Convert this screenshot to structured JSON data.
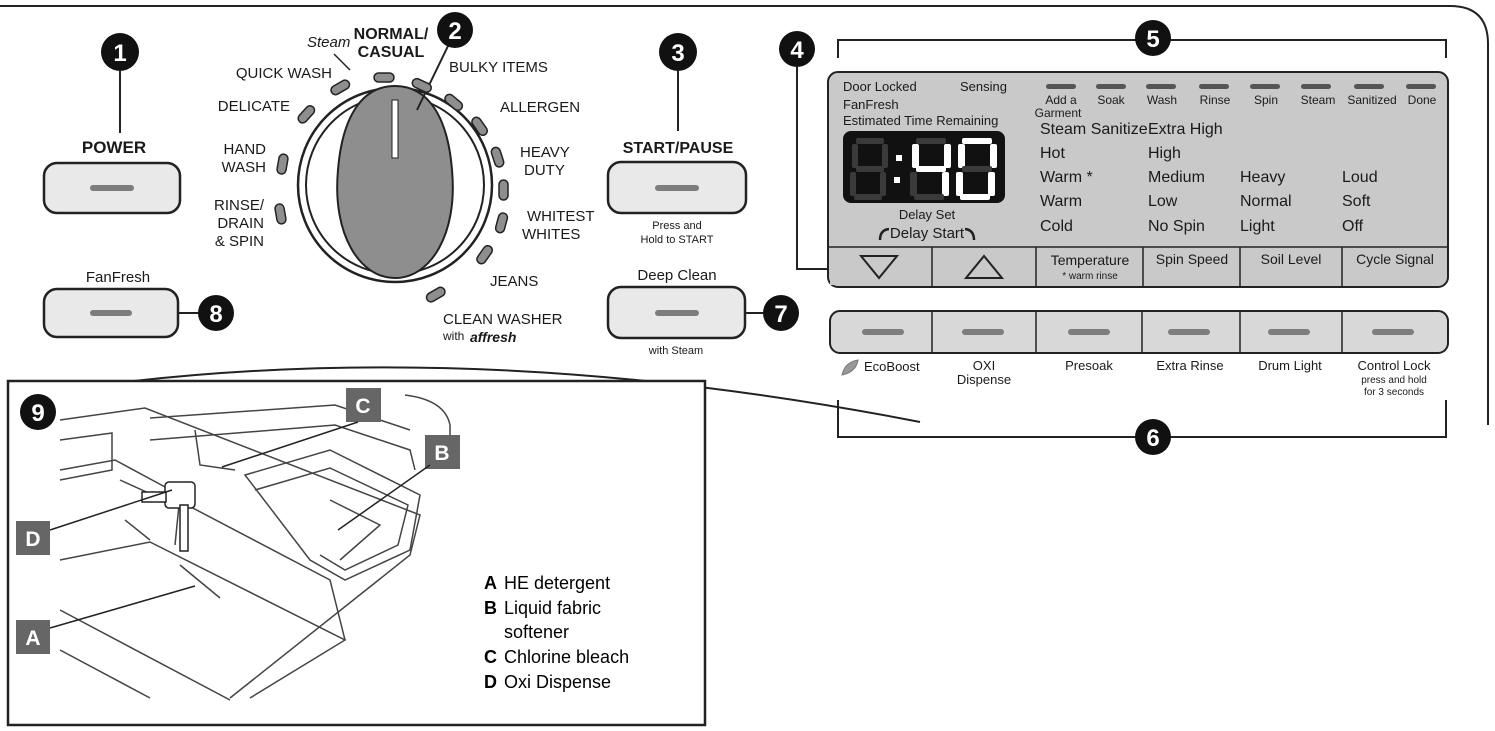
{
  "callouts": {
    "power": "1",
    "dial": "2",
    "start_pause": "3",
    "display": "4",
    "indicators": "5",
    "options": "6",
    "deep_clean": "7",
    "fanfresh": "8",
    "dispenser": "9"
  },
  "buttons": {
    "power": "POWER",
    "start_pause": "START/PAUSE",
    "start_pause_sub1": "Press and",
    "start_pause_sub2": "Hold to START",
    "fanfresh": "FanFresh",
    "deep_clean": "Deep Clean",
    "deep_clean_sub": "with Steam"
  },
  "dial": {
    "steam": "Steam",
    "normal1": "NORMAL/",
    "normal2": "CASUAL",
    "quick_wash": "QUICK  WASH",
    "delicate": "DELICATE",
    "hand1": "HAND",
    "hand2": "WASH",
    "rinse1": "RINSE/",
    "rinse2": "DRAIN",
    "rinse3": "& SPIN",
    "bulky": "BULKY ITEMS",
    "allergen": "ALLERGEN",
    "heavy1": "HEAVY",
    "heavy2": "DUTY",
    "whitest1": "WHITEST",
    "whitest2": "WHITES",
    "jeans": "JEANS",
    "clean1": "CLEAN WASHER",
    "clean_with": "with",
    "clean_brand": "affresh"
  },
  "display": {
    "door_locked": "Door Locked",
    "sensing": "Sensing",
    "fanfresh": "FanFresh",
    "est_time": "Estimated Time Remaining",
    "time_digits": "40",
    "delay_set": "Delay Set",
    "delay_start": "Delay Start",
    "status": [
      "Add a",
      "Soak",
      "Wash",
      "Rinse",
      "Spin",
      "Steam",
      "Sanitized",
      "Done"
    ],
    "status_add_line2": "Garment",
    "temperature": [
      "Steam Sanitize",
      "Hot",
      "Warm *",
      "Warm",
      "Cold"
    ],
    "spin": [
      "Extra High",
      "High",
      "Medium",
      "Low",
      "No Spin"
    ],
    "soil": [
      "Heavy",
      "Normal",
      "Light"
    ],
    "signal": [
      "Loud",
      "Soft",
      "Off"
    ],
    "labels": {
      "temperature": "Temperature",
      "temperature_sub": "* warm rinse",
      "spin": "Spin Speed",
      "soil": "Soil Level",
      "signal": "Cycle Signal"
    }
  },
  "options": {
    "ecoboost": "EcoBoost",
    "oxi1": "OXI",
    "oxi2": "Dispense",
    "presoak": "Presoak",
    "extra_rinse": "Extra Rinse",
    "drum_light": "Drum Light",
    "control_lock": "Control Lock",
    "control_lock_sub1": "press and hold",
    "control_lock_sub2": "for 3 seconds"
  },
  "dispenser": {
    "letters": {
      "a": "A",
      "b": "B",
      "c": "C",
      "d": "D"
    },
    "legend": [
      {
        "letter": "A",
        "text": "HE detergent"
      },
      {
        "letter": "B",
        "text": "Liquid fabric"
      },
      {
        "letter": "",
        "text": "softener"
      },
      {
        "letter": "C",
        "text": "Chlorine bleach"
      },
      {
        "letter": "D",
        "text": "Oxi Dispense"
      }
    ]
  }
}
